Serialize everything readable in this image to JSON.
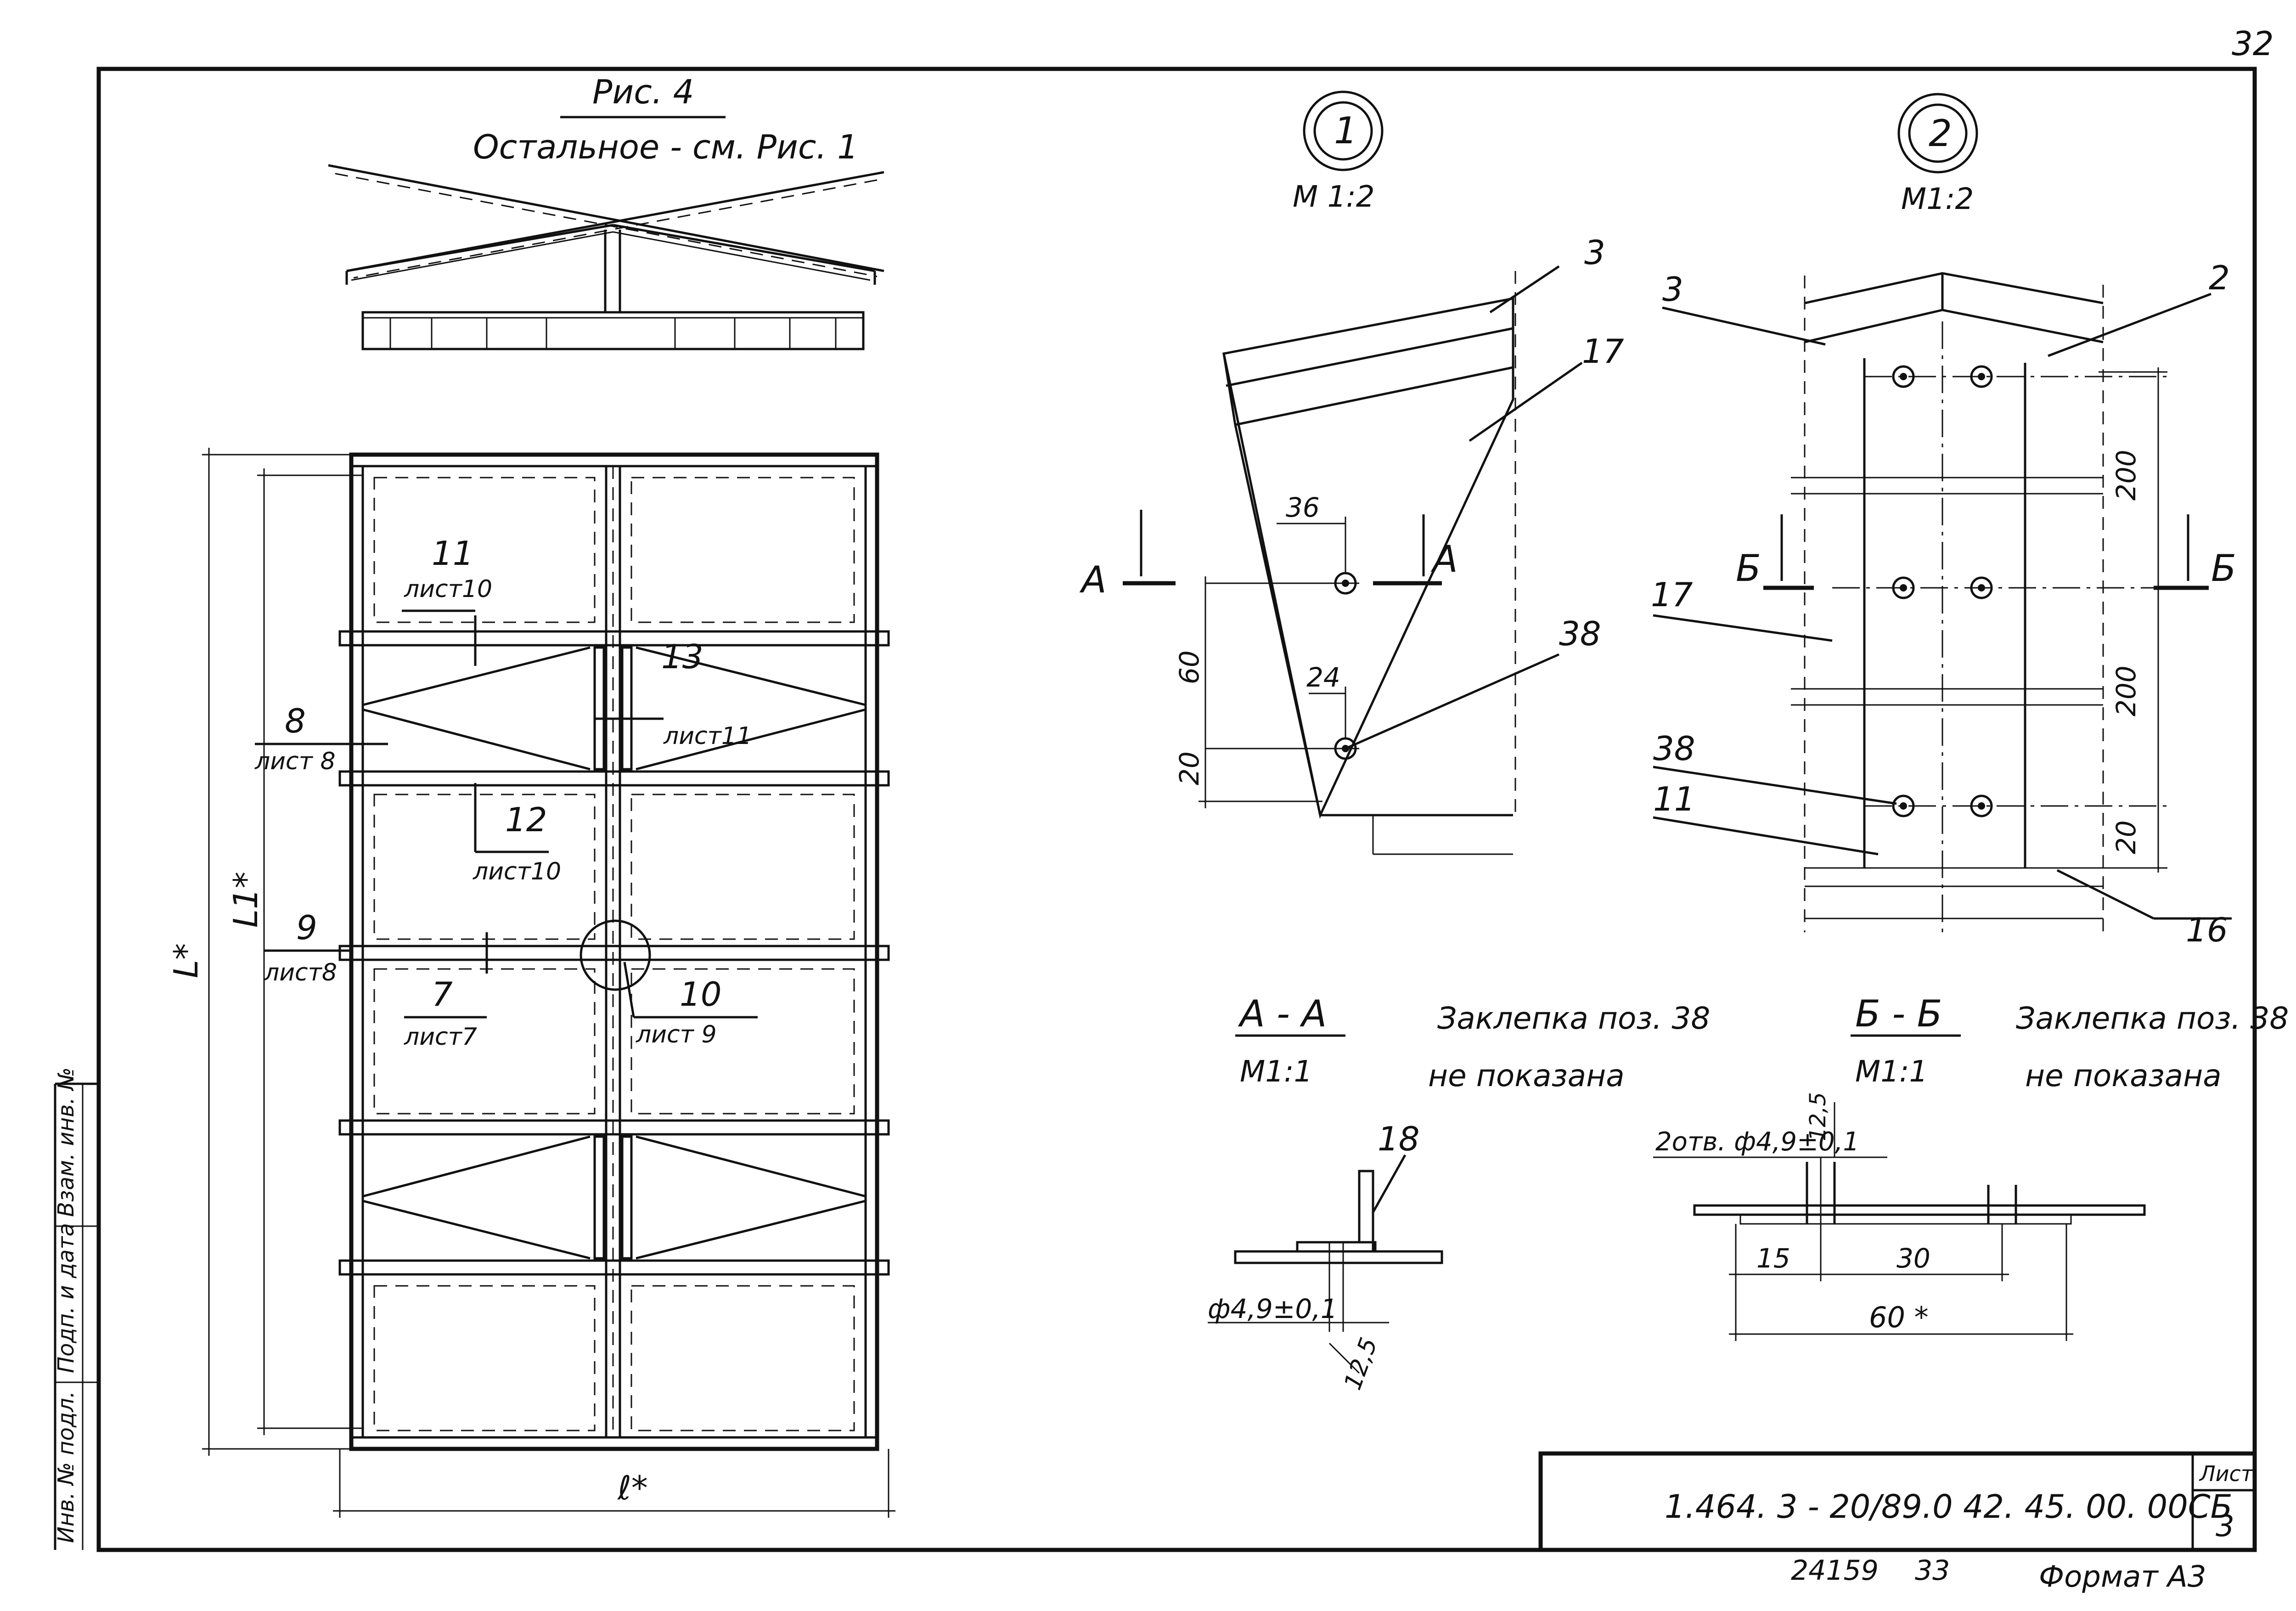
{
  "page_number": "32",
  "fig4": {
    "title": "Рис. 4",
    "subtitle": "Остальное - см. Рис. 1"
  },
  "plan": {
    "dims": {
      "L": "L*",
      "L1": "L1*",
      "l": "ℓ*"
    },
    "callouts": [
      {
        "pos": "11",
        "sheet": "лист10"
      },
      {
        "pos": "8",
        "sheet": "лист 8"
      },
      {
        "pos": "13",
        "sheet": "лист11"
      },
      {
        "pos": "12",
        "sheet": "лист10"
      },
      {
        "pos": "9",
        "sheet": "лист8"
      },
      {
        "pos": "7",
        "sheet": "лист7"
      },
      {
        "pos": "10",
        "sheet": "лист 9"
      }
    ]
  },
  "detail1": {
    "num": "1",
    "scale": "М 1:2",
    "labels": {
      "p3": "3",
      "p17": "17",
      "p38": "38",
      "sec": "А"
    },
    "dims": {
      "d36": "36",
      "d24": "24",
      "d60": "60",
      "d20": "20"
    }
  },
  "detail2": {
    "num": "2",
    "scale": "М1:2",
    "labels": {
      "p3": "3",
      "p2": "2",
      "p17": "17",
      "p38": "38",
      "p11": "11",
      "p16": "16",
      "sec": "Б"
    },
    "dims": {
      "d200a": "200",
      "d200b": "200",
      "d20": "20"
    }
  },
  "sectionAA": {
    "title": "А - А",
    "scale": "М1:1",
    "note_line1": "Заклепка поз. 38",
    "note_line2": "не показана",
    "label": "18",
    "hole": "ф4,9±0,1",
    "dim": "12,5"
  },
  "sectionBB": {
    "title": "Б - Б",
    "scale": "М1:1",
    "note_line1": "Заклепка поз. 38",
    "note_line2": "не показана",
    "holes": "2отв. ф4,9±0,1",
    "dim125": "12,5",
    "d15": "15",
    "d30": "30",
    "d60": "60 *"
  },
  "stamp": {
    "code": "1.464. 3 - 20/89.0   42. 45. 00. 00СБ",
    "sheet_label": "Лист",
    "sheet_num": "3"
  },
  "side_labels": [
    "Взам. инв. №",
    "Подп. и дата",
    "Инв. № подл."
  ],
  "footer": {
    "number": "24159",
    "copy": "33",
    "format": "Формат А3"
  }
}
